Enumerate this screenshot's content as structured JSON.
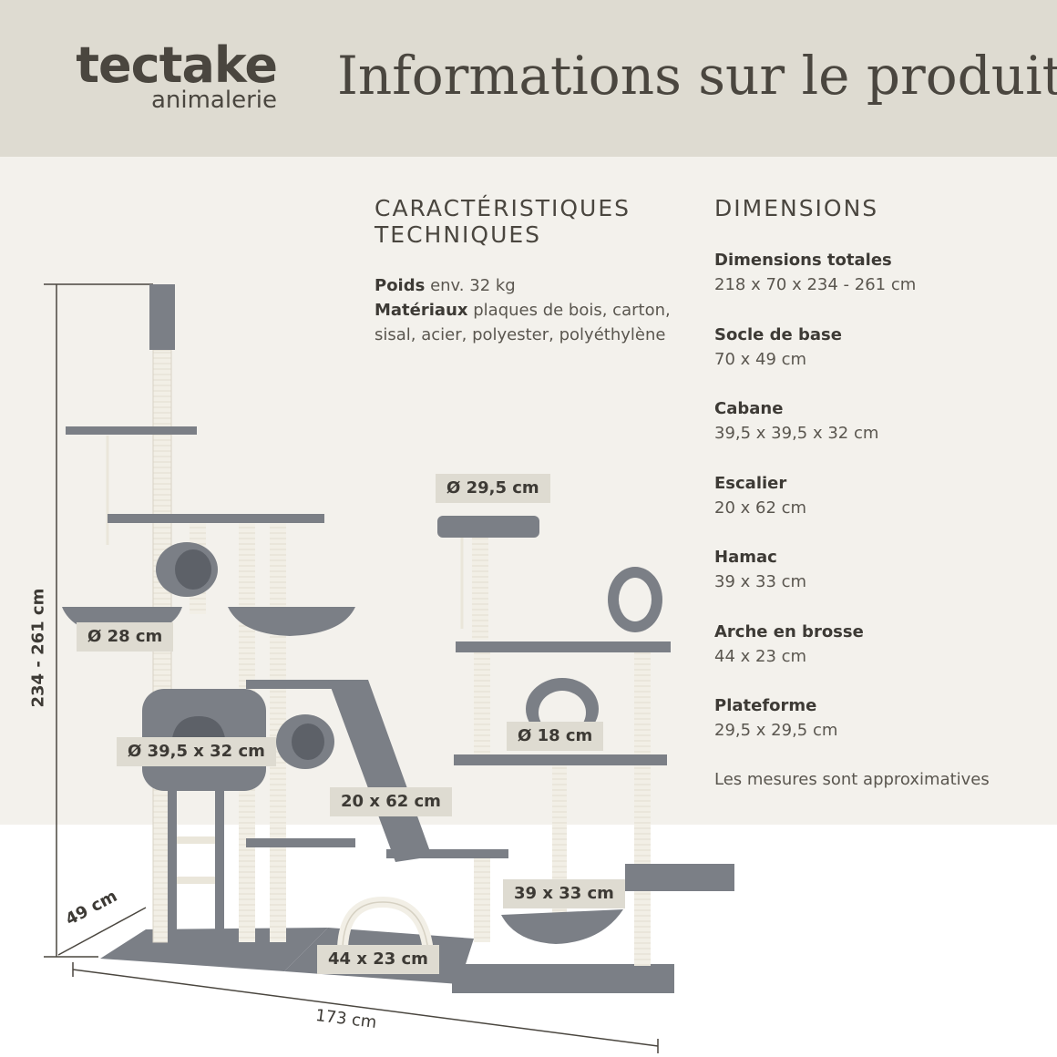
{
  "header": {
    "brand_name": "tectake",
    "brand_sub": "animalerie",
    "title": "Informations sur le produit"
  },
  "specs": {
    "title_line1": "CARACTÉRISTIQUES",
    "title_line2": "TECHNIQUES",
    "weight_label": "Poids",
    "weight_value": "env. 32 kg",
    "materials_label": "Matériaux",
    "materials_value": "plaques de bois, carton, sisal, acier, polyester, polyéthylène"
  },
  "dimensions": {
    "title": "DIMENSIONS",
    "items": [
      {
        "label": "Dimensions totales",
        "value": "218 x 70 x 234 - 261 cm"
      },
      {
        "label": "Socle de base",
        "value": "70 x 49 cm"
      },
      {
        "label": "Cabane",
        "value": "39,5 x 39,5 x 32 cm"
      },
      {
        "label": "Escalier",
        "value": "20 x 62 cm"
      },
      {
        "label": "Hamac",
        "value": "39 x 33 cm"
      },
      {
        "label": "Arche en brosse",
        "value": "44 x 23 cm"
      },
      {
        "label": "Plateforme",
        "value": "29,5 x 29,5 cm"
      }
    ],
    "note": "Les mesures sont approximatives"
  },
  "callouts": {
    "platform": "Ø 29,5 cm",
    "basket": "Ø 28 cm",
    "house": "Ø 39,5 x 32 cm",
    "tunnel": "Ø 18 cm",
    "stairs": "20 x 62 cm",
    "hammock": "39 x 33 cm",
    "arch": "44 x 23 cm"
  },
  "measures": {
    "height": "234 - 261 cm",
    "depth": "49 cm",
    "width": "173 cm"
  },
  "colors": {
    "header_bg": "#dedbd1",
    "body_bg": "#f3f1ec",
    "plush_grey": "#7b7f86",
    "sisal": "#f2efe6",
    "text": "#4a463f"
  }
}
